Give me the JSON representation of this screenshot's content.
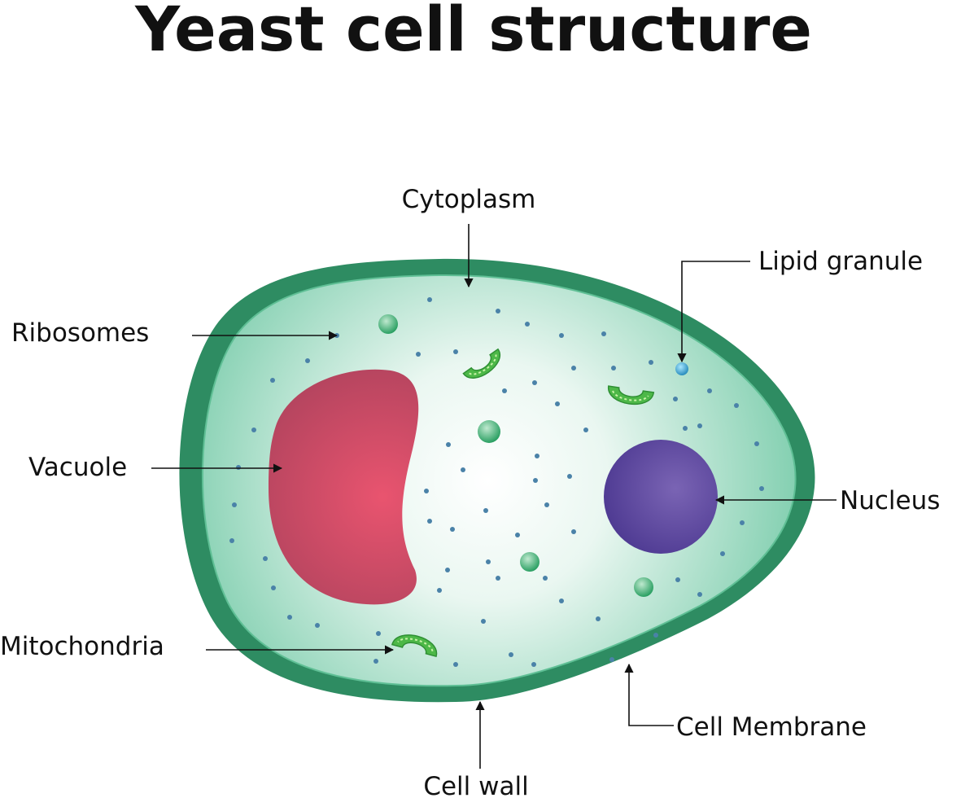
{
  "title": "Yeast cell structure",
  "labels": {
    "cytoplasm": "Cytoplasm",
    "lipid_granule": "Lipid granule",
    "ribosomes": "Ribosomes",
    "vacuole": "Vacuole",
    "nucleus": "Nucleus",
    "mitochondria": "Mitochondria",
    "cell_membrane": "Cell Membrane",
    "cell_wall": "Cell wall"
  },
  "colors": {
    "cell_wall": "#2e8c62",
    "cytoplasm_edge": "#7fcfae",
    "cytoplasm_center": "#ffffff",
    "vacuole": "#d64763",
    "nucleus": "#6b53a6",
    "mitochondria": "#4db848",
    "granule": "#2fa86a",
    "ribosome": "#4a82a8",
    "lipid_granule": "#3aa9d6"
  }
}
